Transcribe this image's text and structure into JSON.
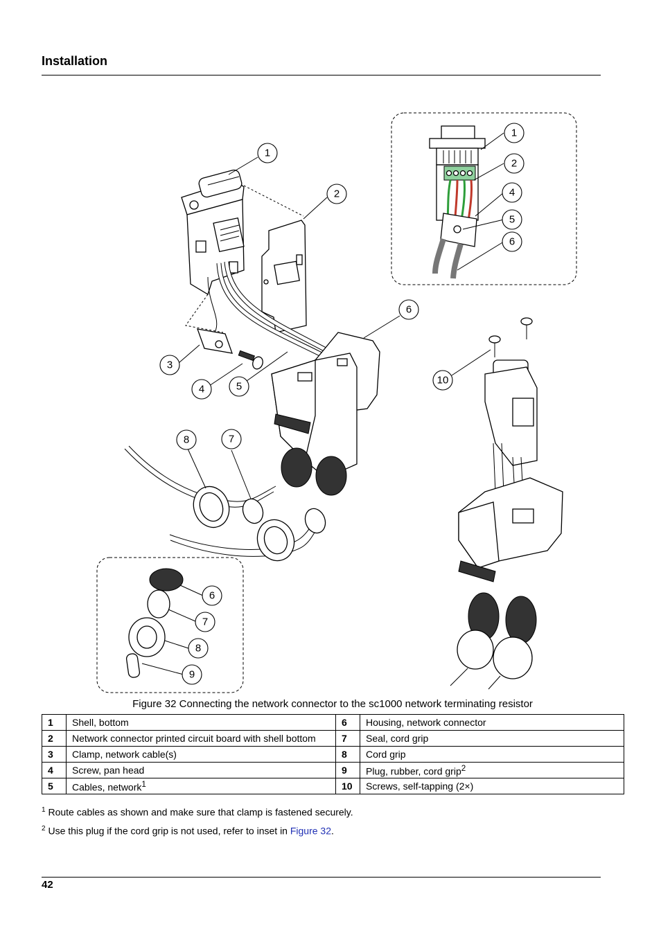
{
  "header": {
    "title": "Installation"
  },
  "figure": {
    "caption": "Figure 32 Connecting the network connector to the sc1000 network terminating resistor",
    "callouts": {
      "main": [
        "1",
        "2",
        "3",
        "4",
        "5",
        "6",
        "7",
        "8",
        "10"
      ],
      "top_inset": [
        "1",
        "2",
        "4",
        "5",
        "6"
      ],
      "bottom_inset": [
        "6",
        "7",
        "8",
        "9"
      ]
    }
  },
  "legend": {
    "rows": [
      {
        "left_num": "1",
        "left_text": "Shell, bottom",
        "right_num": "6",
        "right_text": "Housing, network connector"
      },
      {
        "left_num": "2",
        "left_text": "Network connector printed circuit board with shell bottom",
        "right_num": "7",
        "right_text": "Seal, cord grip"
      },
      {
        "left_num": "3",
        "left_text": "Clamp, network cable(s)",
        "right_num": "8",
        "right_text": "Cord grip"
      },
      {
        "left_num": "4",
        "left_text": "Screw, pan head",
        "right_num": "9",
        "right_text": "Plug, rubber, cord grip",
        "right_sup": "2"
      },
      {
        "left_num": "5",
        "left_text": "Cables, network",
        "left_sup": "1",
        "right_num": "10",
        "right_text": "Screws, self-tapping (2×)"
      }
    ]
  },
  "footnotes": [
    {
      "mark": "1",
      "text": "Route cables as shown and make sure that clamp is fastened securely."
    },
    {
      "mark": "2",
      "text": "Use this plug if the cord grip is not used, refer to inset in ",
      "link": "Figure 32",
      "after": "."
    }
  ],
  "footer": {
    "page_number": "42"
  },
  "colors": {
    "link": "#1f2fb4",
    "wire_green": "#2e9e3a",
    "wire_red": "#c0392b",
    "terminal_green": "#8fd19e"
  }
}
